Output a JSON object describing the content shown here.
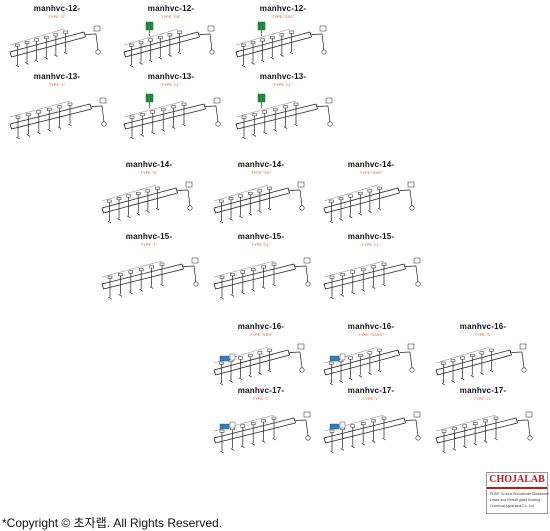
{
  "diagrams": [
    {
      "title": "manhvc-12-",
      "subtitle": "TYPE \"S\"",
      "gauge": false,
      "left": false,
      "wide": false
    },
    {
      "title": "manhvc-12-",
      "subtitle": "TYPE \"SS\"",
      "gauge": true,
      "left": false,
      "wide": false
    },
    {
      "title": "manhvc-12-",
      "subtitle": "TYPE \"SSS\"",
      "gauge": true,
      "left": false,
      "wide": false
    },
    {
      "title": "manhvc-13-",
      "subtitle": "TYPE \"L\"",
      "gauge": false,
      "left": false,
      "wide": true
    },
    {
      "title": "manhvc-13-",
      "subtitle": "TYPE \"LL\"",
      "gauge": true,
      "left": false,
      "wide": true
    },
    {
      "title": "manhvc-13-",
      "subtitle": "TYPE \"LL\"",
      "gauge": true,
      "left": false,
      "wide": true
    },
    {
      "title": "manhvc-14-",
      "subtitle": "TYPE \"S\"",
      "gauge": false,
      "left": false,
      "wide": false
    },
    {
      "title": "manhvc-14-",
      "subtitle": "TYPE \"SS\"",
      "gauge": false,
      "left": false,
      "wide": false
    },
    {
      "title": "manhvc-14-",
      "subtitle": "TYPE \"SSS\"",
      "gauge": false,
      "left": false,
      "wide": false
    },
    {
      "title": "manhvc-15-",
      "subtitle": "TYPE \"L\"",
      "gauge": false,
      "left": false,
      "wide": true
    },
    {
      "title": "manhvc-15-",
      "subtitle": "TYPE \"LL\"",
      "gauge": false,
      "left": false,
      "wide": true
    },
    {
      "title": "manhvc-15-",
      "subtitle": "TYPE \"LL\"",
      "gauge": false,
      "left": false,
      "wide": true
    },
    {
      "title": "manhvc-16-",
      "subtitle": "TYPE \"SSS\"",
      "gauge": false,
      "left": true,
      "wide": false
    },
    {
      "title": "manhvc-16-",
      "subtitle": "TYPE \"SSSS\"",
      "gauge": false,
      "left": true,
      "wide": false
    },
    {
      "title": "manhvc-16-",
      "subtitle": "TYPE \"S\"",
      "gauge": false,
      "left": false,
      "wide": false
    },
    {
      "title": "manhvc-17-",
      "subtitle": "TYPE \"L\"",
      "gauge": false,
      "left": true,
      "wide": true
    },
    {
      "title": "manhvc-17-",
      "subtitle": "TYPE \"L\"",
      "gauge": false,
      "left": true,
      "wide": true
    },
    {
      "title": "manhvc-17-",
      "subtitle": "TYPE \"LL\"",
      "gauge": false,
      "left": false,
      "wide": true
    }
  ],
  "logo": {
    "brand": "CHOJALAB",
    "lines": [
      "PURE Ground Borosilicate Glassware",
      "Leaks and Rebuilt glass blowing",
      "Chemical Apparatus Co.,Ltd"
    ]
  },
  "footer": {
    "copyright": "*Copyright © 초자랩.    All Rights Reserved."
  },
  "colors": {
    "subtitle": "#e8502a",
    "gauge_green": "#1f8a3b",
    "box_blue": "#2f7fc1",
    "brand_red": "#c4161c"
  }
}
